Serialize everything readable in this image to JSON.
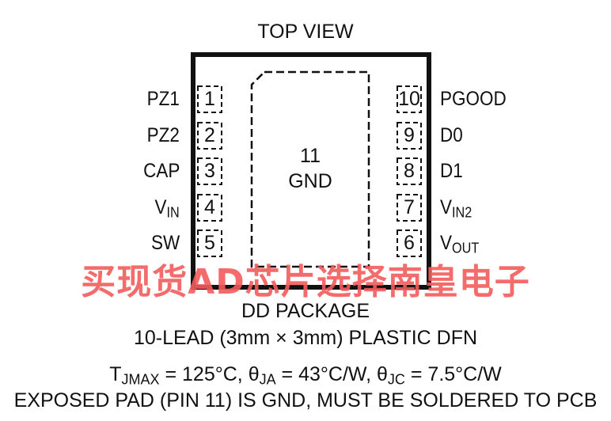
{
  "title": "TOP VIEW",
  "pins_left": [
    {
      "num": "1",
      "label": "PZ1",
      "sub": ""
    },
    {
      "num": "2",
      "label": "PZ2",
      "sub": ""
    },
    {
      "num": "3",
      "label": "CAP",
      "sub": ""
    },
    {
      "num": "4",
      "label": "V",
      "sub": "IN"
    },
    {
      "num": "5",
      "label": "SW",
      "sub": ""
    }
  ],
  "pins_right": [
    {
      "num": "10",
      "label": "PGOOD",
      "sub": ""
    },
    {
      "num": "9",
      "label": "D0",
      "sub": ""
    },
    {
      "num": "8",
      "label": "D1",
      "sub": ""
    },
    {
      "num": "7",
      "label": "V",
      "sub": "IN2"
    },
    {
      "num": "6",
      "label": "V",
      "sub": "OUT"
    }
  ],
  "exposed_pad": {
    "num": "11",
    "label": "GND"
  },
  "package_name": "DD PACKAGE",
  "package_desc": "10-LEAD (3mm × 3mm) PLASTIC DFN",
  "thermal": {
    "t": "T",
    "t_sub": "JMAX",
    "t_val": " = 125°C, ",
    "ja": "θ",
    "ja_sub": "JA",
    "ja_val": " = 43°C/W, ",
    "jc": "θ",
    "jc_sub": "JC",
    "jc_val": " = 7.5°C/W"
  },
  "exposed_note": "EXPOSED PAD (PIN 11) IS GND, MUST BE SOLDERED TO PCB",
  "watermark": "买现货AD芯片选择南皇电子",
  "colors": {
    "line": "#111111",
    "watermark": "#f25c5c"
  }
}
